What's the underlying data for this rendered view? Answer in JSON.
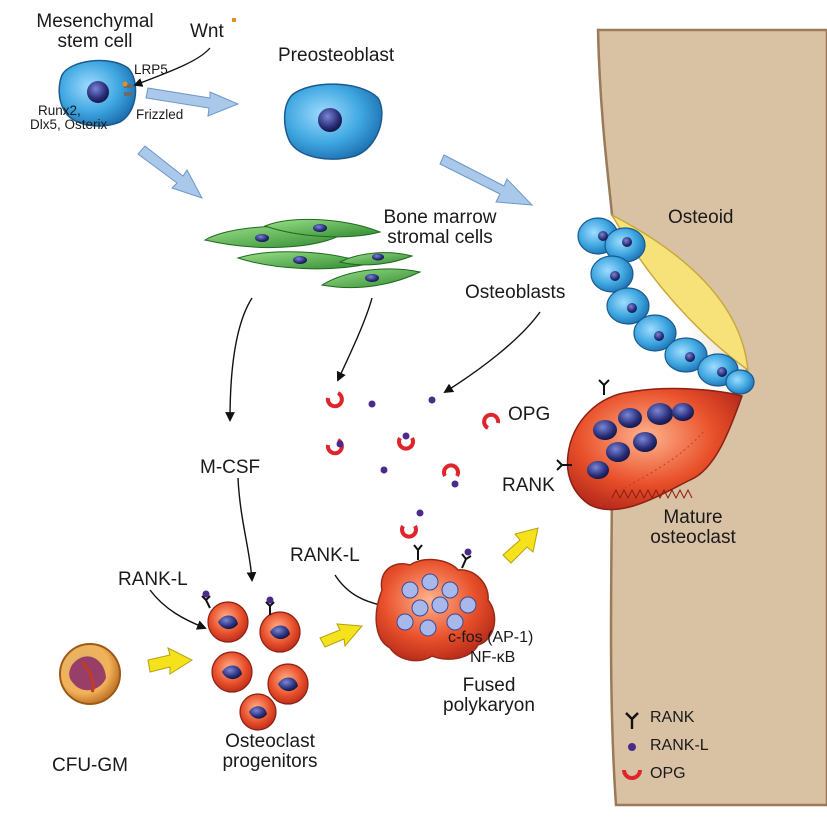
{
  "labels": {
    "msc_line1": "Mesenchymal",
    "msc_line2": "stem cell",
    "wnt": "Wnt",
    "lrp5": "LRP5",
    "frizzled": "Frizzled",
    "runx2_line1": "Runx2,",
    "runx2_line2": "Dlx5, Osterix",
    "preosteoblast": "Preosteoblast",
    "stromal_line1": "Bone marrow",
    "stromal_line2": "stromal cells",
    "osteoid": "Osteoid",
    "osteoblasts": "Osteoblasts",
    "opg": "OPG",
    "rank": "RANK",
    "mature_line1": "Mature",
    "mature_line2": "osteoclast",
    "mcsf": "M-CSF",
    "rankl_left": "RANK-L",
    "rankl_mid": "RANK-L",
    "cfos": "c-fos (AP-1)",
    "nfkb": "NF-κB",
    "fused_line1": "Fused",
    "fused_line2": "polykaryon",
    "cfugm": "CFU-GM",
    "progenitors_line1": "Osteoclast",
    "progenitors_line2": "progenitors"
  },
  "legend": {
    "rank": "RANK",
    "rankl": "RANK-L",
    "opg": "OPG"
  },
  "colors": {
    "bone": "#d9c2a3",
    "bone_edge": "#9a7a58",
    "osteoid": "#f7e27a",
    "blue_cell": "#3ea6e0",
    "nucleus": "#2a2f7a",
    "stromal": "#4cae4c",
    "osteoclast": "#e8502a",
    "opg": "#e0242b",
    "rankl_dot": "#4b2a8a",
    "arrow_blue": "#a9c8ea",
    "arrow_yellow": "#f5e21c"
  }
}
